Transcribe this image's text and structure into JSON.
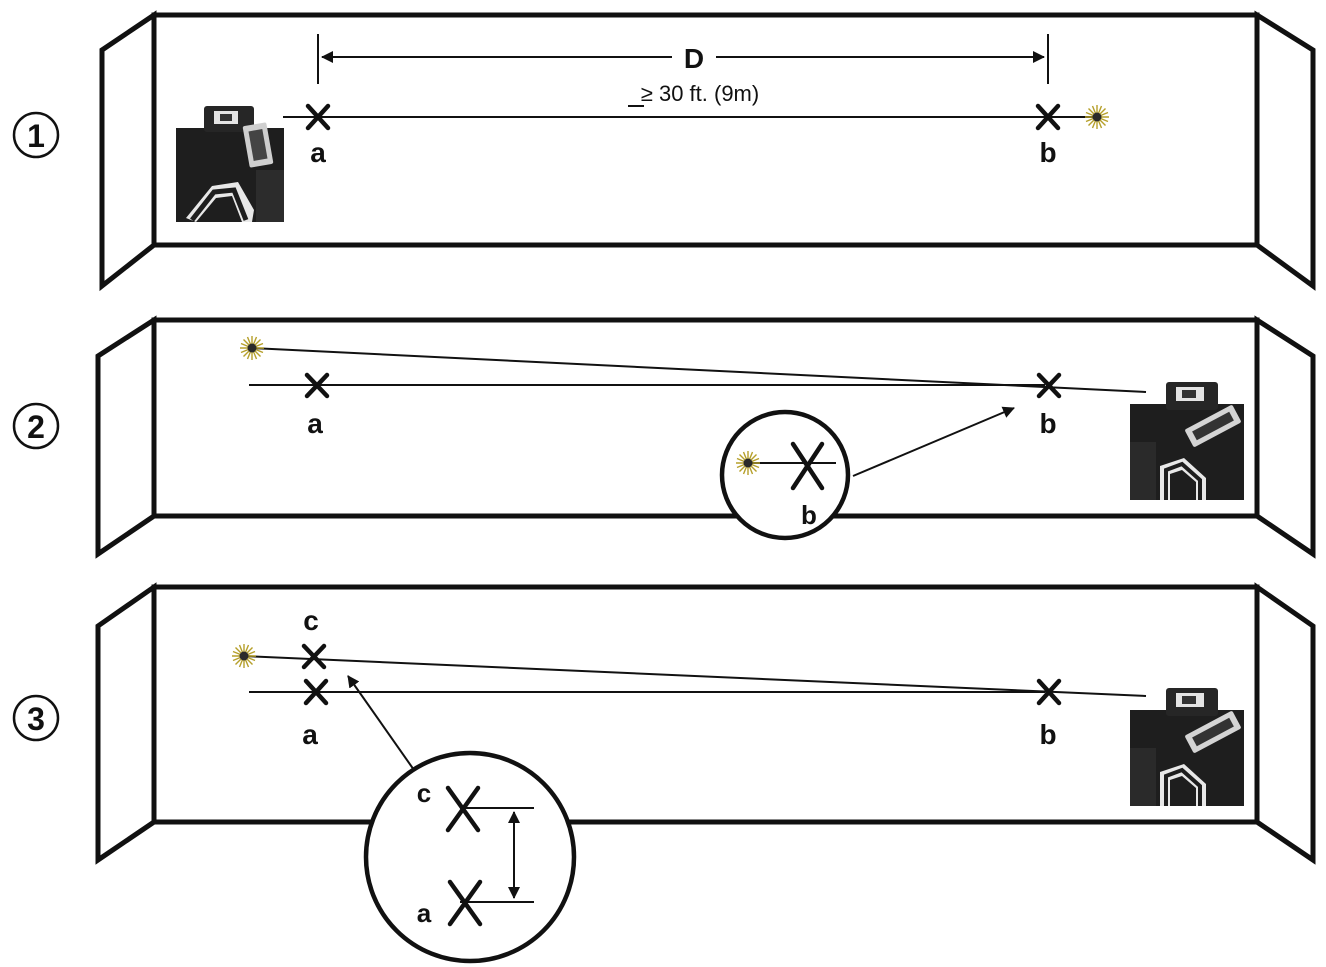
{
  "steps": [
    {
      "number": "1",
      "labels": {
        "a": "a",
        "b": "b"
      },
      "dimension": {
        "symbol": "D",
        "text": "≥ 30 ft. (9m)"
      }
    },
    {
      "number": "2",
      "labels": {
        "a": "a",
        "b": "b",
        "inset": "b"
      }
    },
    {
      "number": "3",
      "labels": {
        "a": "a",
        "b": "b",
        "c": "c",
        "inset_c": "c",
        "inset_a": "a"
      }
    }
  ],
  "colors": {
    "ink": "#111111",
    "laser": "#c8b23a",
    "device_body": "#1e1e1e",
    "device_panel": "#d9d9d9"
  },
  "icons": {
    "laser_point": "laser-starburst-icon",
    "mark": "cross-mark-icon",
    "device": "laser-level-device-icon"
  }
}
